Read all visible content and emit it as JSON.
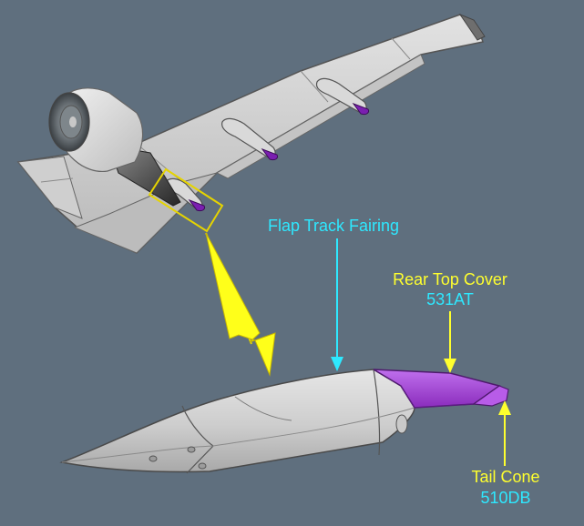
{
  "labels": {
    "flap_track_fairing": "Flap Track Fairing",
    "rear_top_cover": {
      "name": "Rear Top Cover",
      "part_number": "531AT"
    },
    "tail_cone": {
      "name": "Tail Cone",
      "part_number": "510DB"
    }
  },
  "colors": {
    "background": "#5f6f7e",
    "highlight_yellow": "#ffff2e",
    "callout_cyan": "#2ee8ff",
    "part_purple": "#a040d0",
    "airframe_grey": "#cfcfcf"
  }
}
